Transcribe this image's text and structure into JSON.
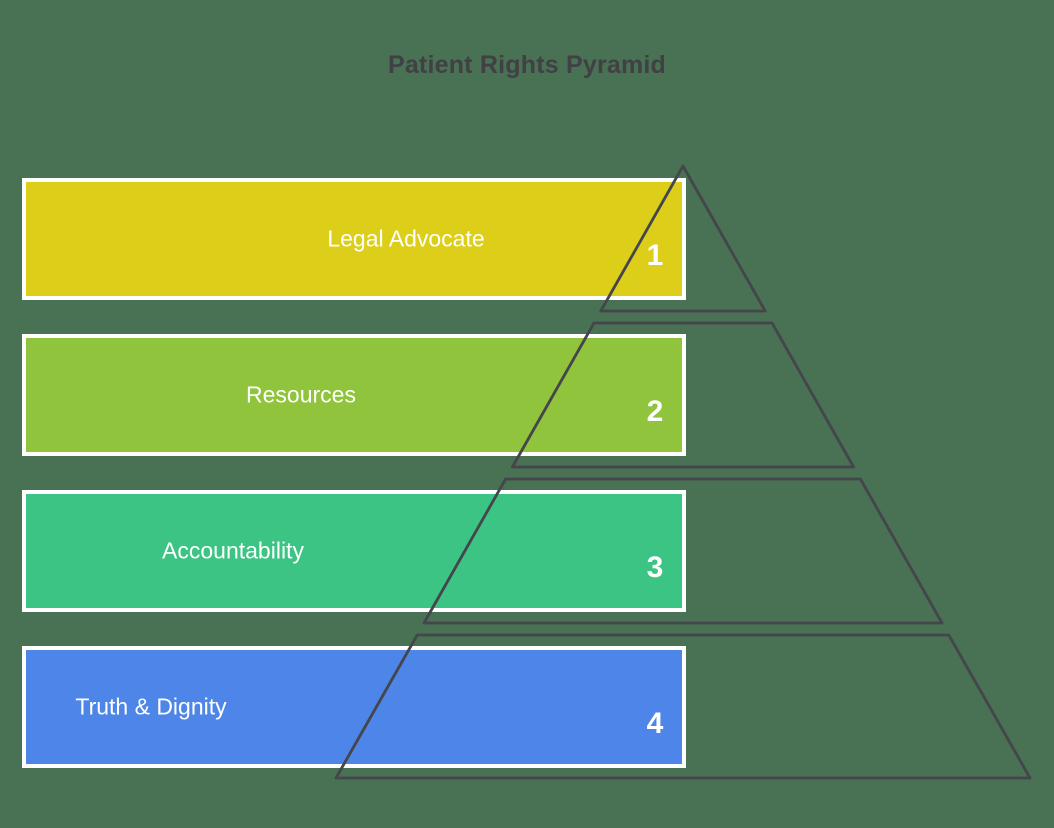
{
  "canvas": {
    "background_color": "#497153"
  },
  "title": {
    "text": "Patient Rights Pyramid",
    "color": "#404045"
  },
  "diagram": {
    "type": "pyramid",
    "outline_color": "#45454c",
    "level_border_color": "#ffffff",
    "level_text_color": "#ffffff",
    "levels": [
      {
        "rank": "1",
        "label": "Legal Advocate",
        "color": "#ddce1a"
      },
      {
        "rank": "2",
        "label": "Resources",
        "color": "#8fc43c"
      },
      {
        "rank": "3",
        "label": "Accountability",
        "color": "#3cc484"
      },
      {
        "rank": "4",
        "label": "Truth & Dignity",
        "color": "#4d86e8"
      }
    ]
  }
}
